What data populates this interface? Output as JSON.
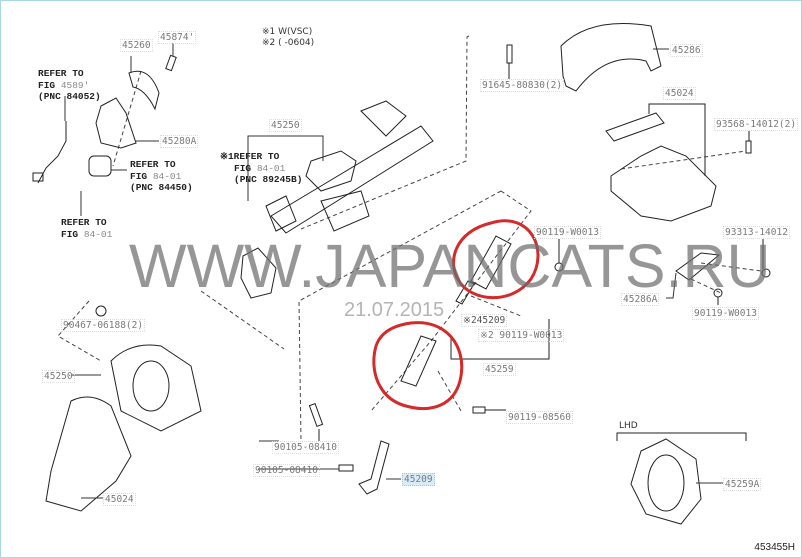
{
  "notes": {
    "n1": "※1 W(VSC)",
    "n2": "※2 (      -0604)"
  },
  "refs": {
    "r1": {
      "l1": "REFER TO",
      "l2a": "FIG ",
      "l2b": "4589'",
      "l3": "(PNC 84052)"
    },
    "r2": {
      "l1": "REFER TO",
      "l2a": "FIG ",
      "l2b": "84-01",
      "l3": "(PNC 84450)"
    },
    "r3": {
      "l1": "REFER TO",
      "l2a": "FIG ",
      "l2b": "84-01"
    },
    "r4": {
      "l1": "※1REFER TO",
      "l2a": "FIG ",
      "l2b": "84-01",
      "l3": "(PNC 89245B)"
    }
  },
  "parts": {
    "p45260": "45260",
    "p45874": "45874'",
    "p45280A": "45280A",
    "p45250_top": "45250",
    "p91645": "91645-80830(2)",
    "p45286": "45286",
    "p45024_top": "45024",
    "p93568": "93568-14012(2)",
    "p90119_a": "90119-W0013",
    "p93313": "93313-14012",
    "p45286A": "45286A",
    "p90119_b": "90119-W0013",
    "p90467": "90467-06188(2)",
    "p245209": "※245209",
    "p90119_c": "※2 90119-W0013",
    "p45259": "45259",
    "p45250_bot": "45250",
    "p90119_08560": "90119-08560",
    "p90105_a": "90105-08410",
    "p90105_b": "90105-08410",
    "p45209": "45209",
    "p45024_bot": "45024",
    "p45259A": "45259A"
  },
  "lhd": "LHD",
  "watermark": {
    "site": "WWW.JAPANCATS.RU",
    "date": "21.07.2015"
  },
  "diagram_code": "453455H",
  "colors": {
    "highlight_circle": "#d42a2a",
    "selected_label_bg": "#d7ecf7",
    "frame": "#a9d6e3"
  }
}
